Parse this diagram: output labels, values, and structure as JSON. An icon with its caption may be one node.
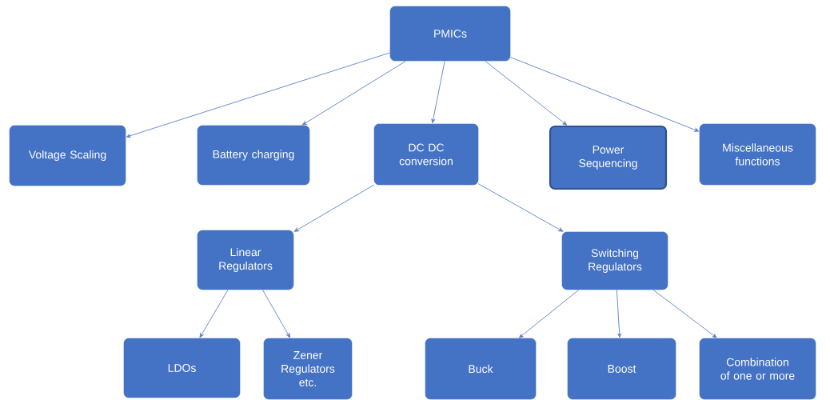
{
  "diagram": {
    "nodes": [
      {
        "text": [
          "PMICs"
        ]
      },
      {
        "text": [
          "Voltage Scaling"
        ]
      },
      {
        "text": [
          "Battery charging"
        ]
      },
      {
        "text": [
          "DC DC conversion"
        ]
      },
      {
        "text": [
          "Power Sequencing"
        ]
      },
      {
        "text": [
          "Miscellaneous functions"
        ]
      },
      {
        "text": [
          "Linear Regulators"
        ]
      },
      {
        "text": [
          "Switching Regulators"
        ]
      },
      {
        "text": [
          "LDOs"
        ]
      },
      {
        "text": [
          "Zener Regulators etc."
        ]
      },
      {
        "text": [
          "Buck"
        ]
      },
      {
        "text": [
          "Boost"
        ]
      },
      {
        "text": [
          "Combination of one or more"
        ]
      }
    ],
    "edges": [
      {
        "from": 0,
        "to": 1,
        "arrow": "to"
      },
      {
        "from": 0,
        "to": 2,
        "arrow": "to"
      },
      {
        "from": 0,
        "to": 3,
        "arrow": "to"
      },
      {
        "from": 0,
        "to": 4,
        "arrow": "to"
      },
      {
        "from": 0,
        "to": 5,
        "arrow": "to"
      },
      {
        "from": 3,
        "to": 6,
        "arrow": "to"
      },
      {
        "from": 3,
        "to": 7,
        "arrow": "to"
      },
      {
        "from": 6,
        "to": 8,
        "arrow": "to"
      },
      {
        "from": 6,
        "to": 9,
        "arrow": "to"
      },
      {
        "from": 7,
        "to": 10,
        "arrow": "to"
      },
      {
        "from": 7,
        "to": 11,
        "arrow": "to"
      },
      {
        "from": 7,
        "to": 12,
        "arrow": "to"
      }
    ]
  }
}
